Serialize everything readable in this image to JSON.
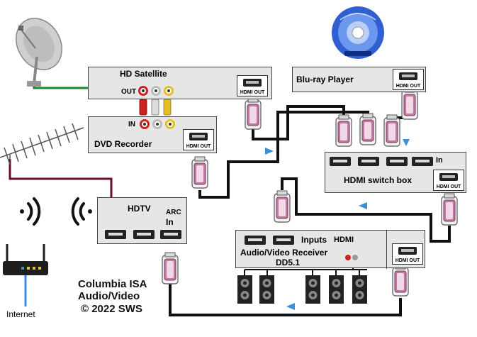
{
  "devices": {
    "satellite": {
      "title": "HD Satellite",
      "out_label": "OUT",
      "hdmi_label": "HDMI OUT"
    },
    "dvd": {
      "title": "DVD Recorder",
      "in_label": "IN",
      "hdmi_label": "HDMI OUT"
    },
    "bluray": {
      "title": "Blu-ray Player",
      "hdmi_label": "HDMI OUT"
    },
    "switch": {
      "title": "HDMI switch box",
      "in_label": "In",
      "hdmi_label": "HDMI OUT"
    },
    "hdtv": {
      "title": "HDTV",
      "arc_label": "ARC",
      "in_label": "In"
    },
    "receiver": {
      "title": "Audio/Video Receiver",
      "inputs_label": "Inputs",
      "hdmi_label": "HDMI",
      "subtitle": "DD5.1",
      "hdmi_out_label": "HDMI OUT"
    }
  },
  "router": {
    "internet_label": "Internet"
  },
  "credit": {
    "line1": "Columbia ISA",
    "line2": "Audio/Video",
    "line3": "© 2022 SWS"
  },
  "colors": {
    "device_fill": "#e6e6e6",
    "cable": "#111111",
    "antenna_wire": "#1a8a2a",
    "ethernet": "#3a8ad8",
    "flow_arrow": "#3b8fd6",
    "rca_red": "#cc2222",
    "rca_white": "#dddddd",
    "rca_yellow": "#e6c020"
  }
}
